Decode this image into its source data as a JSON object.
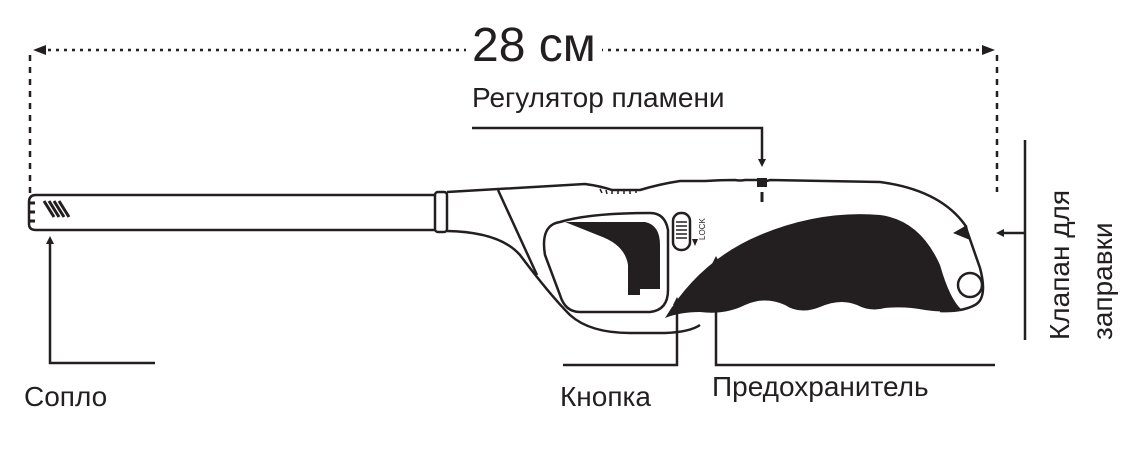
{
  "dimension": {
    "length_label": "28 см"
  },
  "labels": {
    "flame_regulator": "Регулятор пламени",
    "nozzle": "Сопло",
    "button": "Кнопка",
    "safety": "Предохранитель",
    "refill_valve_line1": "Клапан для",
    "refill_valve_line2": "заправки"
  },
  "lock_text": "LOCK",
  "colors": {
    "ink": "#231f20",
    "background": "#ffffff"
  }
}
